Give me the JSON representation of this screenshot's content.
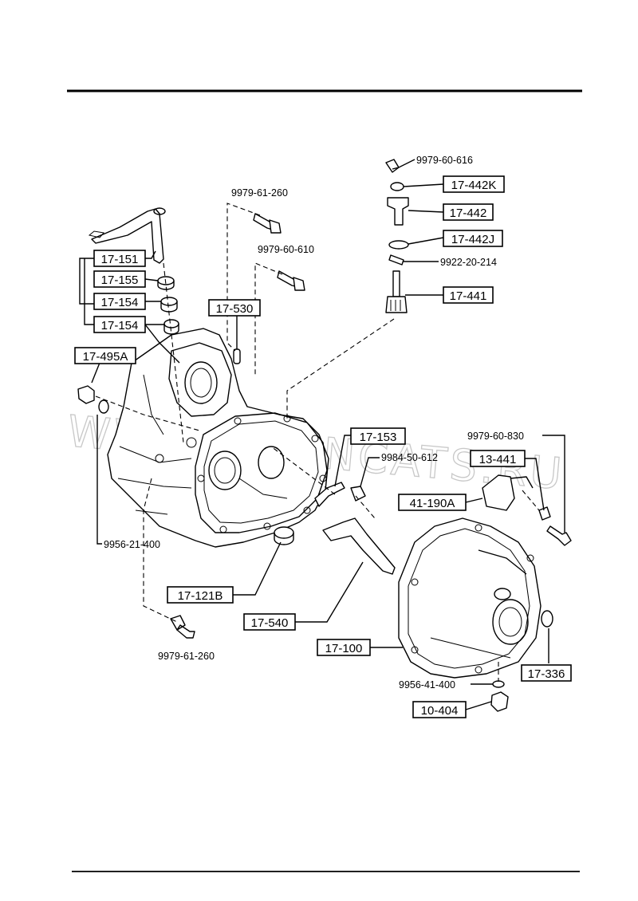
{
  "watermark": "WWW.JAPANCATS.RU",
  "boxed_labels": [
    {
      "id": "17-151",
      "text": "17-151"
    },
    {
      "id": "17-155",
      "text": "17-155"
    },
    {
      "id": "17-154a",
      "text": "17-154"
    },
    {
      "id": "17-154b",
      "text": "17-154"
    },
    {
      "id": "17-495A",
      "text": "17-495A"
    },
    {
      "id": "17-530",
      "text": "17-530"
    },
    {
      "id": "17-442K",
      "text": "17-442K"
    },
    {
      "id": "17-442",
      "text": "17-442"
    },
    {
      "id": "17-442J",
      "text": "17-442J"
    },
    {
      "id": "17-441",
      "text": "17-441"
    },
    {
      "id": "17-153",
      "text": "17-153"
    },
    {
      "id": "13-441",
      "text": "13-441"
    },
    {
      "id": "41-190A",
      "text": "41-190A"
    },
    {
      "id": "17-121B",
      "text": "17-121B"
    },
    {
      "id": "17-540",
      "text": "17-540"
    },
    {
      "id": "17-100",
      "text": "17-100"
    },
    {
      "id": "17-336",
      "text": "17-336"
    },
    {
      "id": "10-404",
      "text": "10-404"
    }
  ],
  "plain_labels": [
    {
      "id": "9979-60-616",
      "text": "9979-60-616"
    },
    {
      "id": "9922-20-214",
      "text": "9922-20-214"
    },
    {
      "id": "9979-61-260-top",
      "text": "9979-61-260"
    },
    {
      "id": "9979-60-610",
      "text": "9979-60-610"
    },
    {
      "id": "9979-60-830",
      "text": "9979-60-830"
    },
    {
      "id": "9984-50-612",
      "text": "9984-50-612"
    },
    {
      "id": "9956-21-400",
      "text": "9956-21-400"
    },
    {
      "id": "9979-61-260-bottom",
      "text": "9979-61-260"
    },
    {
      "id": "9956-41-400",
      "text": "9956-41-400"
    }
  ]
}
